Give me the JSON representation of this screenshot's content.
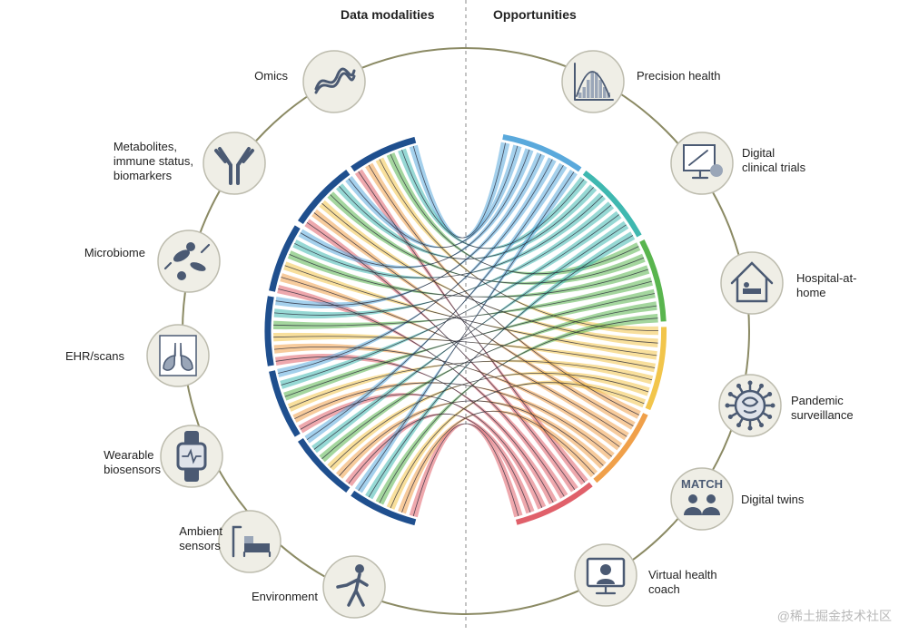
{
  "headers": {
    "left": "Data modalities",
    "right": "Opportunities"
  },
  "modalities": [
    {
      "label": "Omics",
      "icon": "dna-helix-icon"
    },
    {
      "label": "Metabolites,\nimmune status,\nbiomarkers",
      "icon": "antibody-icon"
    },
    {
      "label": "Microbiome",
      "icon": "microbes-icon"
    },
    {
      "label": "EHR/scans",
      "icon": "lungs-scan-icon"
    },
    {
      "label": "Wearable\nbiosensors",
      "icon": "smartwatch-icon"
    },
    {
      "label": "Ambient\nsensors",
      "icon": "bedroom-sensor-icon"
    },
    {
      "label": "Environment",
      "icon": "person-smoking-icon"
    }
  ],
  "opportunities": [
    {
      "label": "Precision health",
      "icon": "distribution-chart-icon",
      "color": "#5aa9dc"
    },
    {
      "label": "Digital\nclinical trials",
      "icon": "monitor-patient-icon",
      "color": "#3fb8b0"
    },
    {
      "label": "Hospital-at-\nhome",
      "icon": "house-bed-icon",
      "color": "#59b54e"
    },
    {
      "label": "Pandemic\nsurveillance",
      "icon": "virus-icon",
      "color": "#f2c54b"
    },
    {
      "label": "Digital twins",
      "icon": "match-people-icon",
      "color": "#f0a04a",
      "icon_text": "MATCH"
    },
    {
      "label": "Virtual health\ncoach",
      "icon": "video-coach-icon",
      "color": "#e0606a"
    }
  ],
  "watermark": "@稀土掘金技术社区"
}
